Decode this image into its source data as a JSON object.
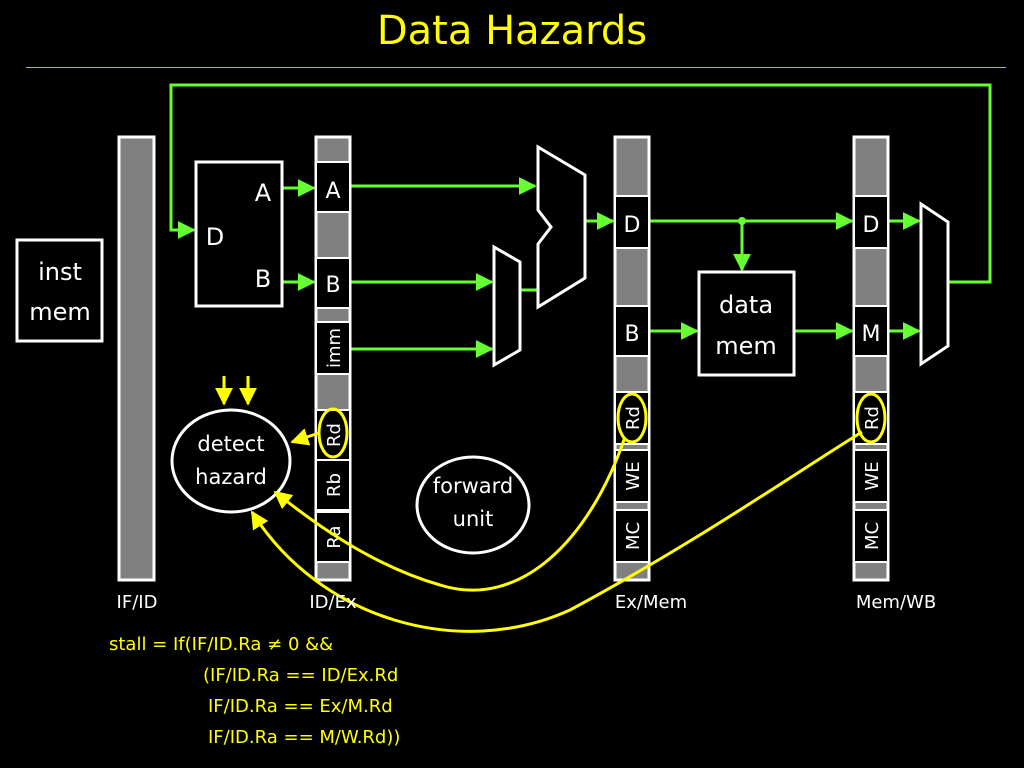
{
  "title": "Data Hazards",
  "colors": {
    "background": "#000000",
    "title": "#FFFF00",
    "wire": "#66FF33",
    "hazard": "#FFFF00",
    "box": "#FFFFFF",
    "register": "#808080"
  },
  "blocks": {
    "inst_mem": [
      "inst",
      "mem"
    ],
    "regfile": {
      "dest": "D",
      "out_a": "A",
      "out_b": "B"
    },
    "detect_hazard": [
      "detect",
      "hazard"
    ],
    "forward_unit": [
      "forward",
      "unit"
    ],
    "data_mem": [
      "data",
      "mem"
    ]
  },
  "pipeline_registers": {
    "if_id": {
      "label": "IF/ID"
    },
    "id_ex": {
      "label": "ID/Ex",
      "fields": [
        "A",
        "B",
        "imm",
        "Rd",
        "Rb",
        "Ra"
      ]
    },
    "ex_mem": {
      "label": "Ex/Mem",
      "fields": [
        "D",
        "B",
        "Rd",
        "WE",
        "MC"
      ]
    },
    "mem_wb": {
      "label": "Mem/WB",
      "fields": [
        "D",
        "M",
        "Rd",
        "WE",
        "MC"
      ]
    }
  },
  "stall_equation": [
    "stall = If(IF/ID.Ra ≠ 0 &&",
    "(IF/ID.Ra == ID/Ex.Rd",
    "IF/ID.Ra == Ex/M.Rd",
    "IF/ID.Ra == M/W.Rd))"
  ]
}
